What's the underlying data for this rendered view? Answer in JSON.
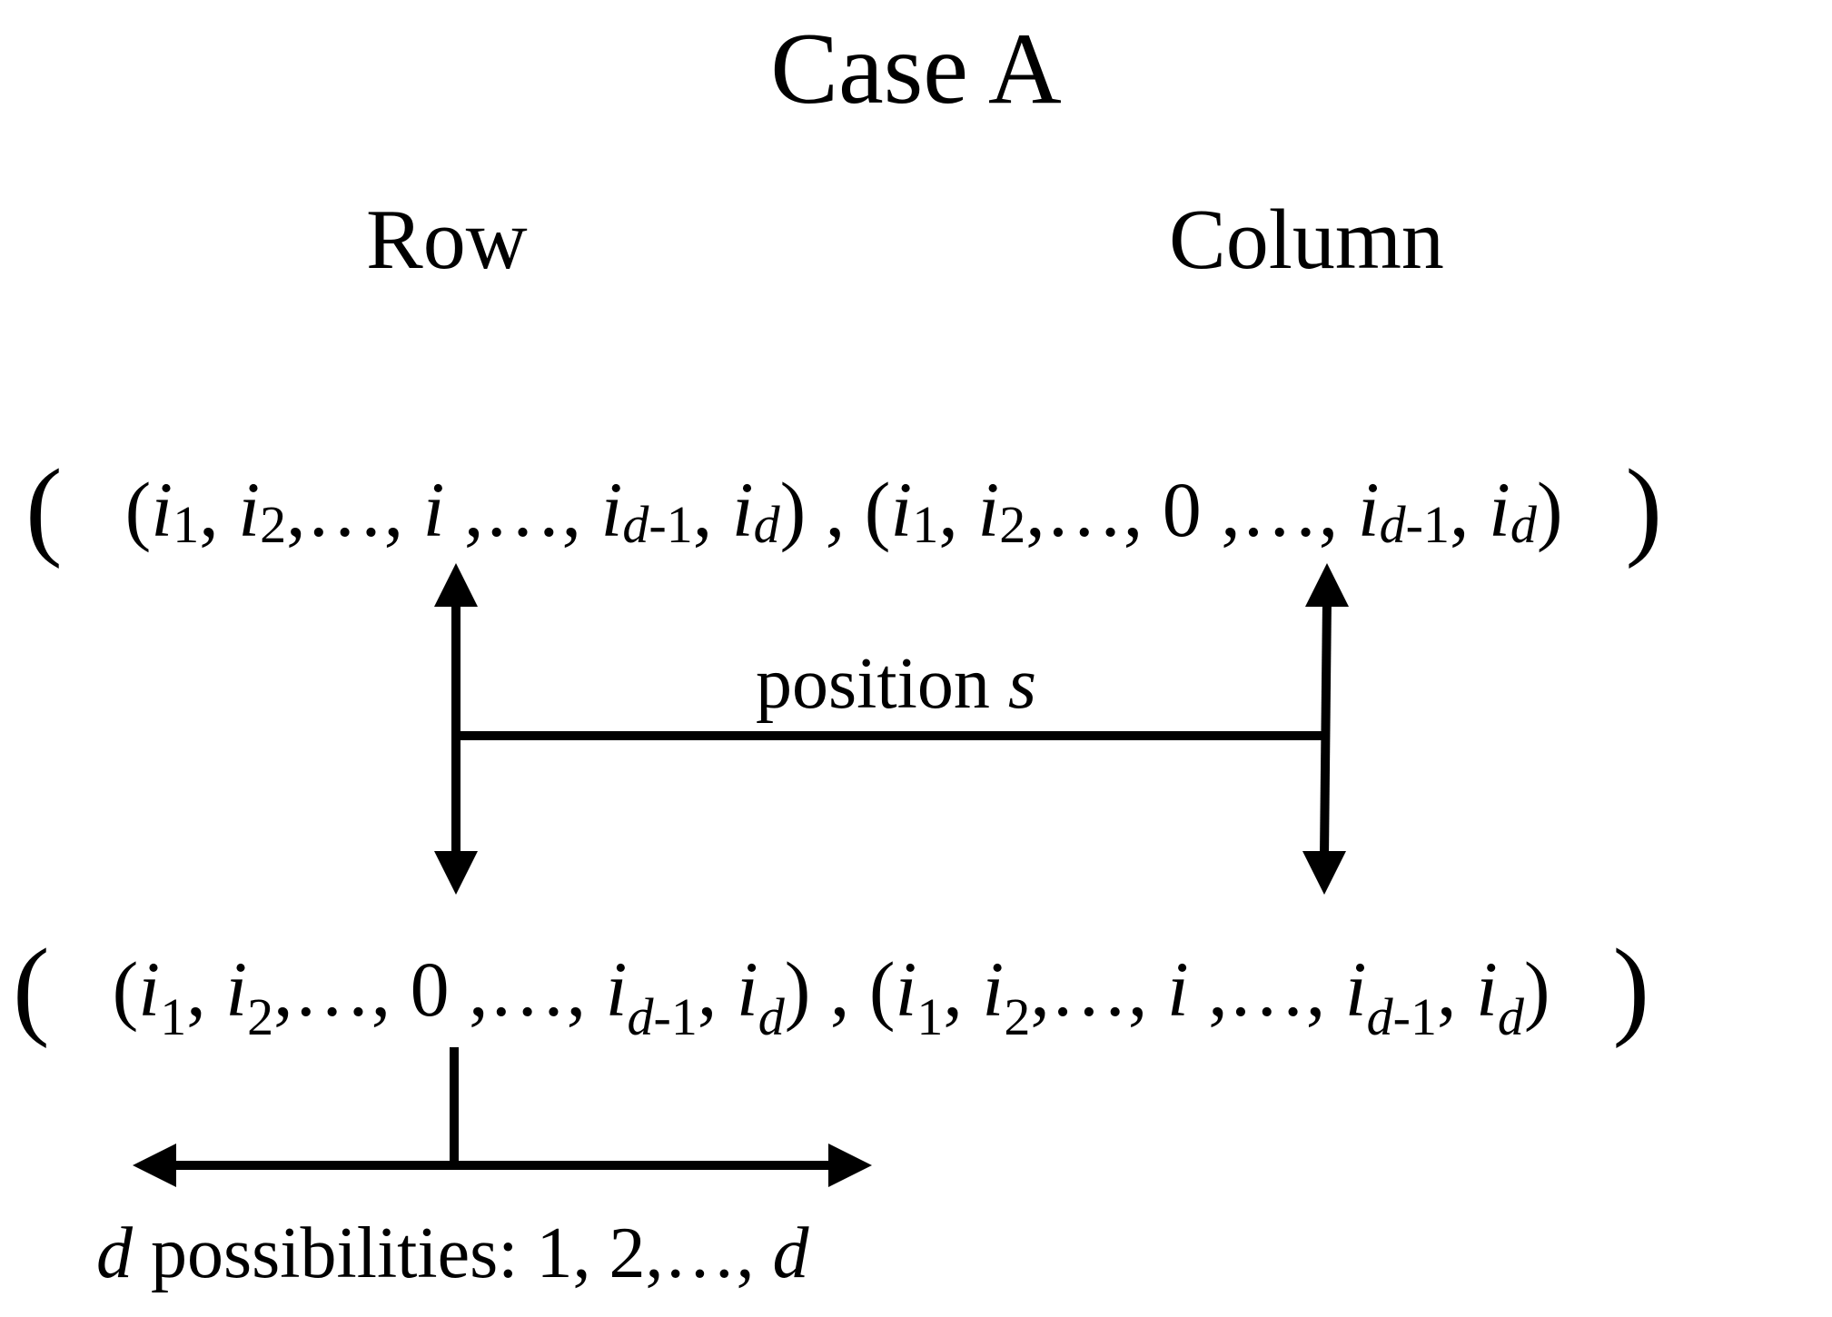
{
  "title": "Case A",
  "headers": {
    "row": "Row",
    "column": "Column"
  },
  "tuple_top": {
    "open": "(",
    "row_tuple": [
      "(",
      "i",
      "1",
      ", ",
      "i",
      "2",
      ",…, ",
      "i",
      " ,…, ",
      "i",
      "d",
      "-1",
      ", ",
      "i",
      "d",
      ")"
    ],
    "separator": " , ",
    "col_tuple": [
      "(",
      "i",
      "1",
      ", ",
      "i",
      "2",
      ",…, ",
      "0",
      " ,…, ",
      "i",
      "d",
      "-1",
      ", ",
      "i",
      "d",
      ")"
    ],
    "close": ")"
  },
  "tuple_bottom": {
    "open": "(",
    "row_tuple": [
      "(",
      "i",
      "1",
      ", ",
      "i",
      "2",
      ",…, ",
      "0",
      " ,…, ",
      "i",
      "d",
      "-1",
      ", ",
      "i",
      "d",
      ")"
    ],
    "separator": " , ",
    "col_tuple": [
      "(",
      "i",
      "1",
      ", ",
      "i",
      "2",
      ",…, ",
      "i",
      " ,…, ",
      "i",
      "d",
      "-1",
      ", ",
      "i",
      "d",
      ")"
    ],
    "close": ")"
  },
  "position_label": {
    "text": "position ",
    "var": "s"
  },
  "possibilities_label": {
    "var_start": "d",
    "text": " possibilities: 1, 2,…, ",
    "var_end": "d"
  }
}
